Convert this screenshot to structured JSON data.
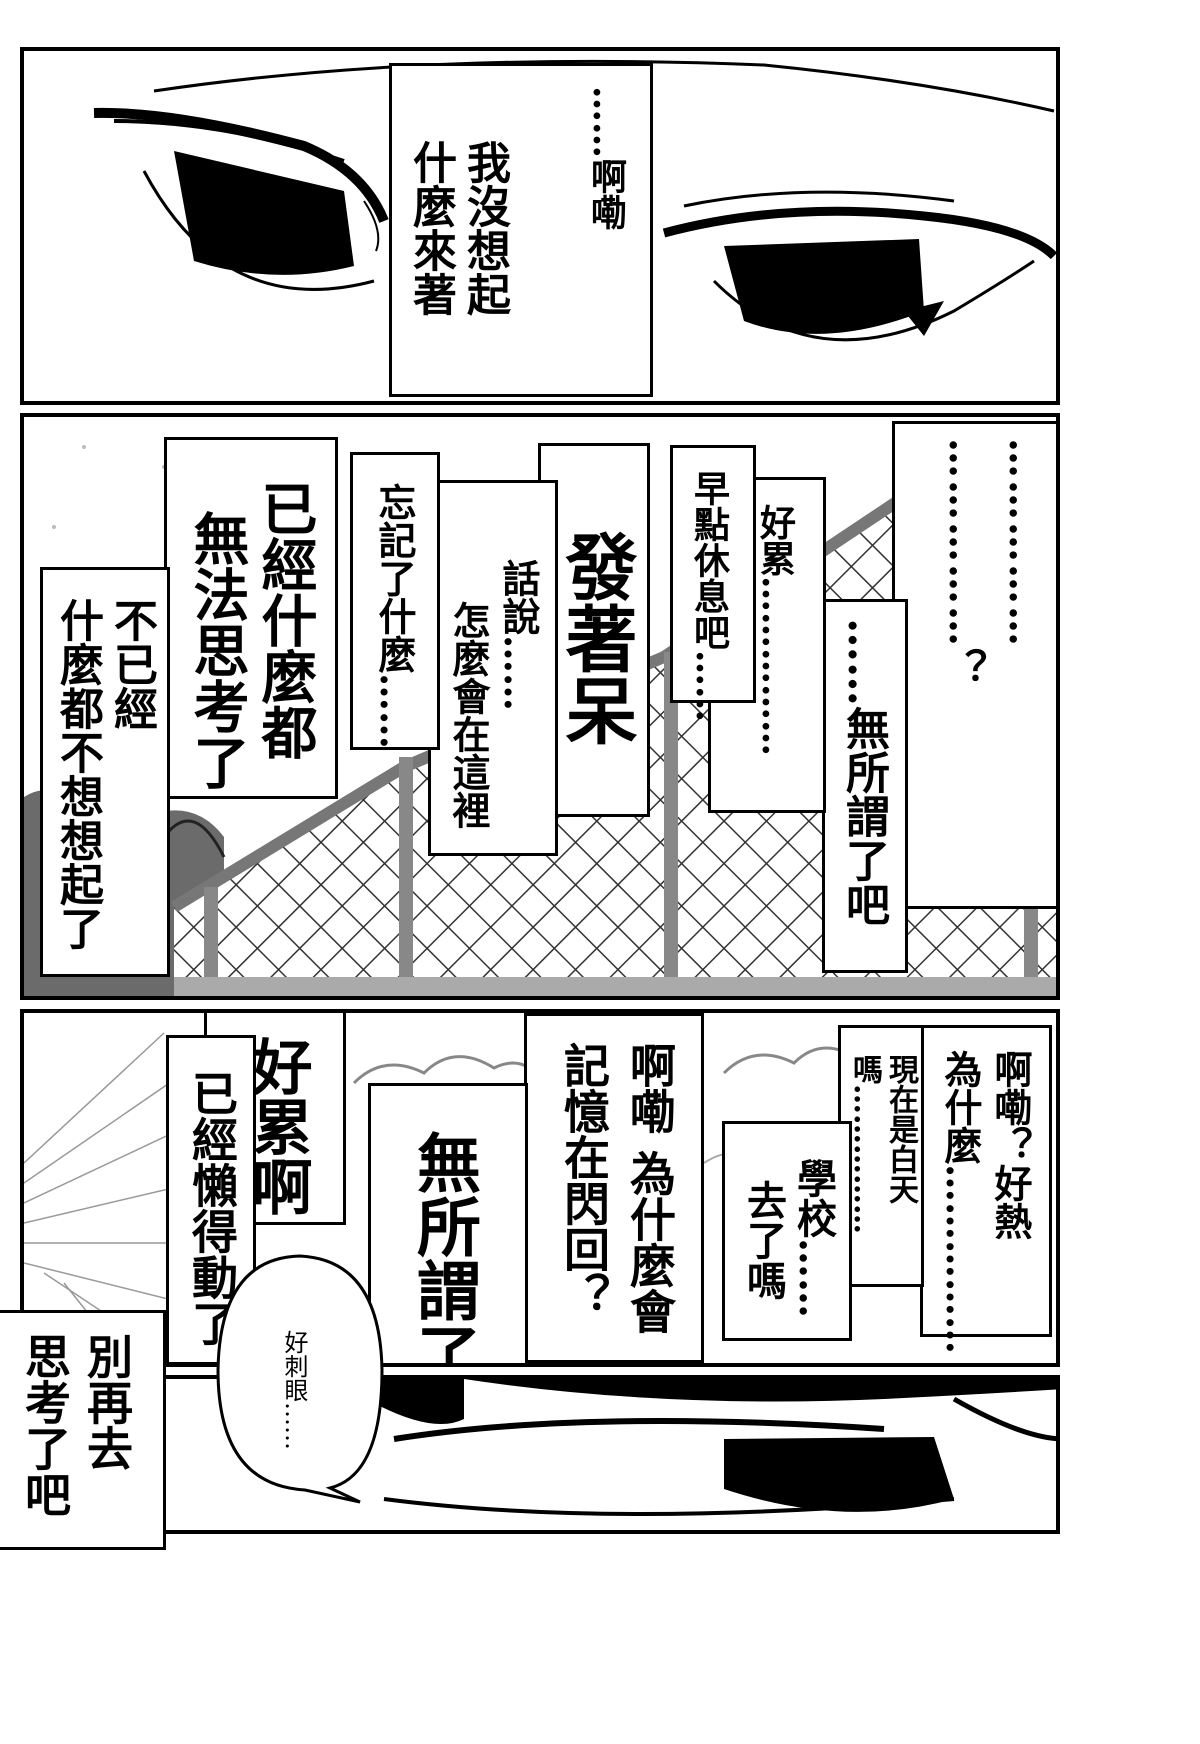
{
  "panel1": {
    "box": {
      "lines": [
        "……啊嘞",
        "我沒想起",
        "什麼來著"
      ]
    }
  },
  "panel2": {
    "b1": {
      "lines": [
        "……………",
        "……………？"
      ]
    },
    "b2": {
      "lines": [
        "……無所謂了吧"
      ]
    },
    "b3": {
      "lines": [
        "好累……………"
      ]
    },
    "b4": {
      "lines": [
        "早點休息吧……"
      ]
    },
    "b5": {
      "lines": [
        "發著呆"
      ]
    },
    "b6": {
      "lines": [
        "話說……",
        "怎麼會在這裡"
      ]
    },
    "b7": {
      "lines": [
        "忘記了什麼……"
      ]
    },
    "b8": {
      "lines": [
        "已經什麼都",
        "無法思考了"
      ]
    },
    "b9": {
      "lines": [
        "不已經",
        "什麼都不想想起了"
      ]
    }
  },
  "panel3": {
    "b1": {
      "lines": [
        "啊嘞？好熱",
        "為什麼……………"
      ]
    },
    "b2": {
      "lines": [
        "現在是白天",
        "嗎……………"
      ]
    },
    "b3": {
      "lines": [
        "學校……",
        "去了嗎"
      ]
    },
    "b4": {
      "lines": [
        "啊嘞 為什麼會",
        "記憶在閃回？"
      ]
    },
    "b5": {
      "lines": [
        "無所謂了"
      ]
    },
    "b6": {
      "lines": [
        "好累啊"
      ]
    },
    "b7": {
      "lines": [
        "已經懶得動了"
      ]
    },
    "bubble": {
      "lines": [
        "好刺眼……"
      ]
    },
    "b8": {
      "lines": [
        "別再去",
        "思考了吧"
      ]
    }
  }
}
